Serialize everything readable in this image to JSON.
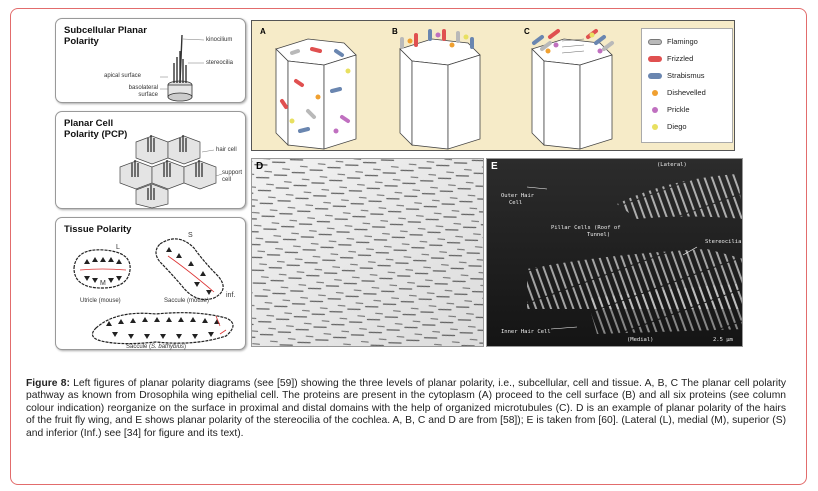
{
  "left_panels": {
    "subcellular": {
      "title": "Subcellular Planar Polarity",
      "labels": {
        "kinocilium": "kinocilium",
        "stereocilia": "stereocilia",
        "apical": "apical surface",
        "basolateral": "basolateral surface"
      }
    },
    "pcp": {
      "title": "Planar Cell Polarity (PCP)",
      "labels": {
        "hair_cell": "hair cell",
        "support_cell": "support cell"
      }
    },
    "tissue": {
      "title": "Tissue Polarity",
      "labels": {
        "l": "L",
        "m": "M",
        "s": "S",
        "inf": "inf.",
        "utricle": "Utricle (mouse)",
        "saccule": "Saccule (mouse)",
        "saccule_sb_prefix": "Saccule (",
        "saccule_sb_species": "S. bathybius",
        "saccule_sb_suffix": ")"
      }
    }
  },
  "figure_abc": {
    "panel_labels": [
      "A",
      "B",
      "C"
    ],
    "legend": [
      {
        "label": "Flamingo",
        "color": "#b9b9b9",
        "shape": "pill"
      },
      {
        "label": "Frizzled",
        "color": "#e05050",
        "shape": "pill"
      },
      {
        "label": "Strabismus",
        "color": "#6a86b0",
        "shape": "pill"
      },
      {
        "label": "Dishevelled",
        "color": "#f0a030",
        "shape": "dot"
      },
      {
        "label": "Prickle",
        "color": "#c070c0",
        "shape": "dot"
      },
      {
        "label": "Diego",
        "color": "#e8e060",
        "shape": "dot"
      }
    ]
  },
  "figure_d": {
    "label": "D"
  },
  "figure_e": {
    "label": "E",
    "annotations": {
      "lateral": "(Lateral)",
      "outer_hair": "Outer Hair",
      "outer_cell": "Cell",
      "pillar": "Pillar Cells (Roof of",
      "tunnel": "Tunnel)",
      "stereocilia": "Stereocilia",
      "inner": "Inner Hair Cell",
      "medial": "(Medial)",
      "scale": "2.5 µm"
    }
  },
  "caption": {
    "figure_label": "Figure 8:",
    "text": " Left figures of planar polarity diagrams (see [59]) showing the three levels of planar polarity, i.e., subcellular, cell and tissue. A, B, C The planar cell polarity pathway as known from Drosophila wing epithelial cell. The proteins are present in the cytoplasm (A) proceed to the cell surface (B) and all six proteins (see column colour indication) reorganize on the surface in proximal and distal domains with the help of organized microtubules (C). D is an example of planar polarity of the hairs of the fruit fly wing, and E shows planar polarity of the stereocilia of the cochlea. A, B, C and D are from [58]); E is taken from [60]. (Lateral (L), medial (M), superior (S) and inferior (Inf.) see [34] for figure and its text)."
  }
}
